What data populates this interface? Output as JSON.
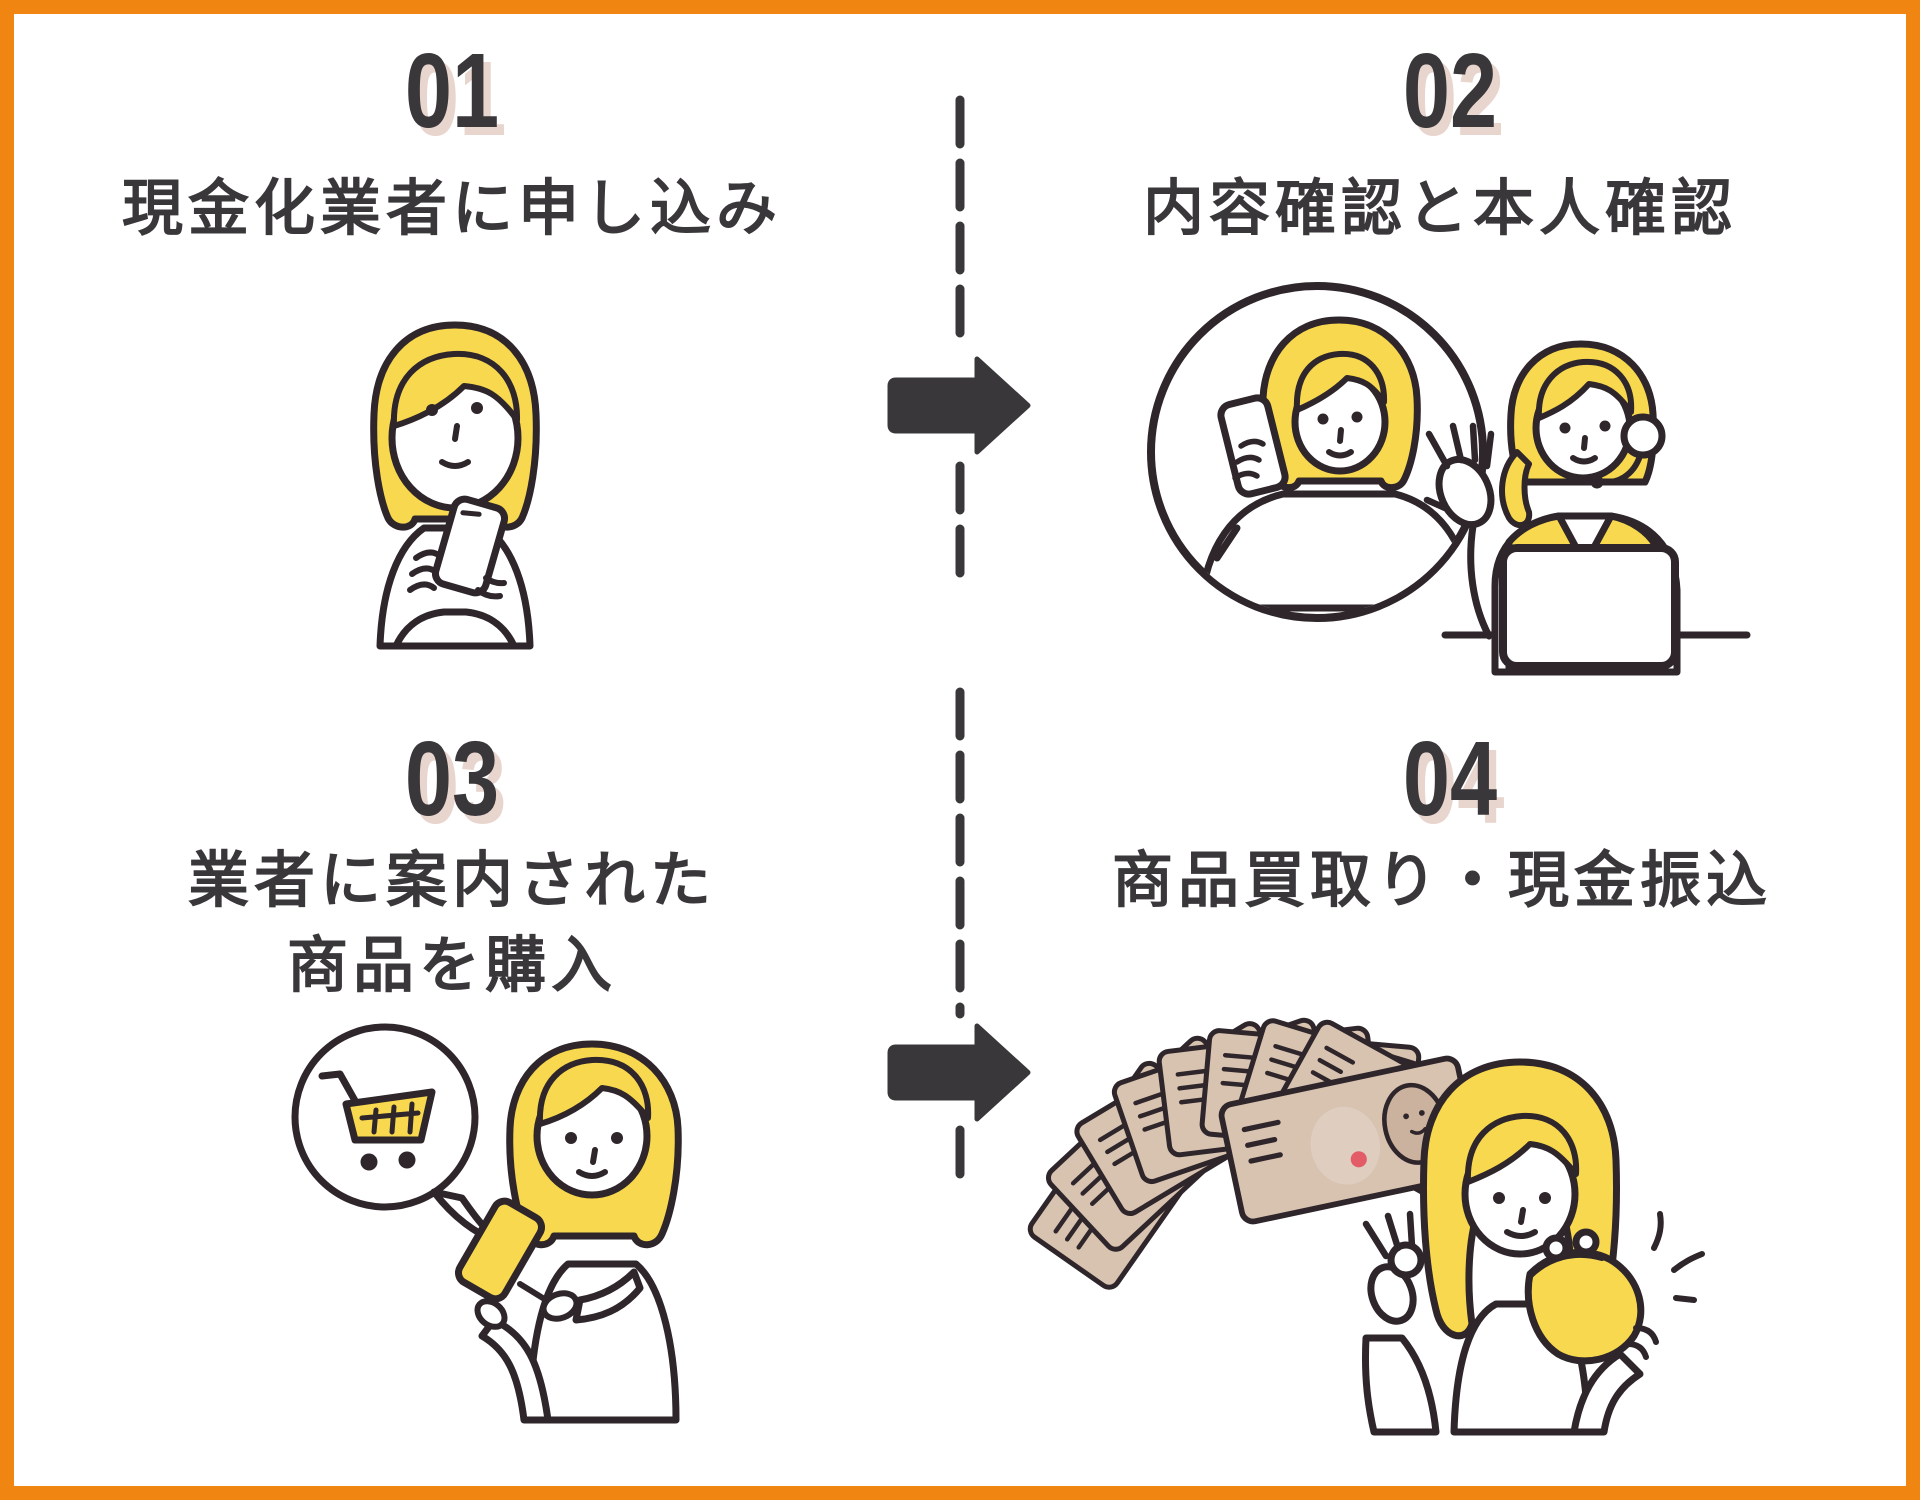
{
  "meta": {
    "type": "process-flow-infographic",
    "language": "ja",
    "rows": 2,
    "columns": 2
  },
  "colors": {
    "frame": "#F08511",
    "bg": "#FFFFFF",
    "ink": "#3A373B",
    "shadow": "#E8D5CE",
    "outline": "#2E262A",
    "yellow": "#F8D84E",
    "bill": "#D8C2B0",
    "billShade": "#CBB29E",
    "billLight": "#DFCEBF",
    "red": "#E25B67"
  },
  "steps": [
    {
      "number": "01",
      "title": "現金化業者に申し込み",
      "illustration": "woman-applying-on-smartphone"
    },
    {
      "number": "02",
      "title": "内容確認と本人確認",
      "illustration": "phone-call-confirmation-with-operator"
    },
    {
      "number": "03",
      "title_lines": [
        "業者に案内された",
        "商品を購入"
      ],
      "illustration": "buying-guided-product-on-smartphone"
    },
    {
      "number": "04",
      "title": "商品買取り・現金振込",
      "illustration": "banknote-fan-and-coin-purse"
    }
  ],
  "connectors": {
    "arrows": 2,
    "direction": "right",
    "divider_style": "vertical-dashed"
  }
}
